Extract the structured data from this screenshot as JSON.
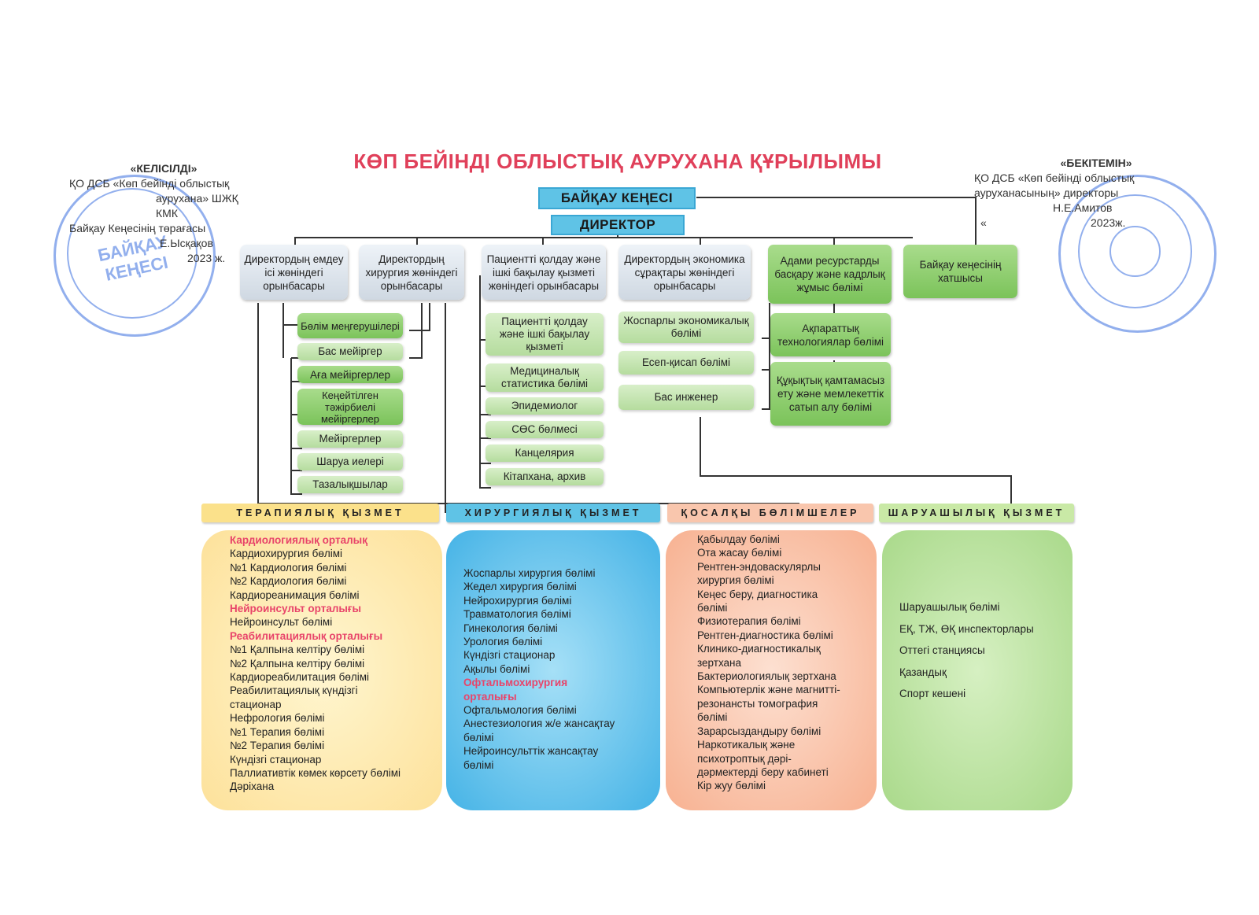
{
  "title": "КӨП БЕЙІНДІ ОБЛЫСТЫҚ АУРУХАНА ҚҰРЫЛЫМЫ",
  "approval_left": {
    "heading": "«КЕЛІСІЛДІ»",
    "lines": [
      "ҚО ДСБ «Көп бейінді облыстық",
      "аурухана» ШЖҚ КМК",
      "Байқау Кеңесінің төрағасы",
      "Е.Ысқақов",
      "2023 ж."
    ]
  },
  "approval_right": {
    "heading": "«БЕКІТЕМІН»",
    "lines": [
      "ҚО ДСБ «Көп бейінді облыстық",
      "ауруханасының» директоры",
      "Н.Е.Амитов",
      "«",
      "2023ж."
    ]
  },
  "stamp_left": {
    "text_main": "БАЙҚАУ",
    "text_sub": "КЕҢЕСІ"
  },
  "board": "БАЙҚАУ КЕҢЕСІ",
  "director": "ДИРЕКТОР",
  "deputies": [
    "Директордың емдеу ісі жөніндегі орынбасары",
    "Директордың хирургия жөніндегі орынбасары",
    "Пациентті қолдау және ішкі бақылау қызметі жөніндегі орынбасары",
    "Директордың экономика сұрақтары жөніндегі орынбасары",
    "Адами ресурстарды басқару және кадрлық жұмыс бөлімі",
    "Байқау кеңесінің хатшысы"
  ],
  "medical_staff": [
    "Бөлім меңгерушілері",
    "Бас мейіргер",
    "Аға мейіргерлер",
    "Кеңейтілген тәжірбиелі мейіргерлер",
    "Мейіргерлер",
    "Шаруа иелері",
    "Тазалықшылар"
  ],
  "patient_support": [
    "Пациентті қолдау және ішкі бақылау қызметі",
    "Медициналық статистика бөлімі",
    "Эпидемиолог",
    "СӨС бөлмесі",
    "Канцелярия",
    "Кітапхана, архив"
  ],
  "economics": [
    "Жоспарлы экономикалық бөлімі",
    "Есеп-қисап бөлімі",
    "Бас инженер"
  ],
  "hr_units": [
    "Ақпараттық технологиялар бөлімі",
    "Құқықтық қамтамасыз ету және мемлекеттік сатып алу бөлімі"
  ],
  "services": [
    {
      "band": "ТЕРАПИЯЛЫҚ ҚЫЗМЕТ",
      "items": [
        {
          "t": "Кардиологиялық орталық",
          "hl": true
        },
        {
          "t": "Кардиохирургия бөлімі"
        },
        {
          "t": "№1 Кардиология бөлімі"
        },
        {
          "t": "№2 Кардиология бөлімі"
        },
        {
          "t": "Кардиореанимация бөлімі"
        },
        {
          "t": "Нейроинсульт орталығы",
          "hl": true
        },
        {
          "t": "Нейроинсульт бөлімі"
        },
        {
          "t": "Реабилитациялық орталығы",
          "hl": true
        },
        {
          "t": "№1 Қалпына келтіру бөлімі"
        },
        {
          "t": "№2 Қалпына келтіру бөлімі"
        },
        {
          "t": "Кардиореабилитация бөлімі"
        },
        {
          "t": "Реабилитациялық күндізгі"
        },
        {
          "t": "стационар"
        },
        {
          "t": "Нефрология бөлімі"
        },
        {
          "t": "№1 Терапия бөлімі"
        },
        {
          "t": "№2 Терапия бөлімі"
        },
        {
          "t": "Күндізгі стационар"
        },
        {
          "t": "Паллиативтік көмек көрсету бөлімі"
        },
        {
          "t": "Дәріхана"
        }
      ]
    },
    {
      "band": "ХИРУРГИЯЛЫҚ ҚЫЗМЕТ",
      "items": [
        {
          "t": "Жоспарлы хирургия бөлімі"
        },
        {
          "t": "Жедел хирургия бөлімі"
        },
        {
          "t": "Нейрохирургия бөлімі"
        },
        {
          "t": "Травматология бөлімі"
        },
        {
          "t": "Гинекология бөлімі"
        },
        {
          "t": "Урология бөлімі"
        },
        {
          "t": "Күндізгі стационар"
        },
        {
          "t": "Ақылы бөлімі"
        },
        {
          "t": "Офтальмохирургия",
          "hl": true
        },
        {
          "t": "орталығы",
          "hl": true
        },
        {
          "t": "Офтальмология бөлімі"
        },
        {
          "t": "Анестезиология ж/е жансақтау"
        },
        {
          "t": "бөлімі"
        },
        {
          "t": "Нейроинсульттік жансақтау"
        },
        {
          "t": "бөлімі"
        }
      ]
    },
    {
      "band": "ҚОСАЛҚЫ БӨЛІМШЕЛЕР",
      "items": [
        {
          "t": "Қабылдау бөлімі"
        },
        {
          "t": "Ота жасау бөлімі"
        },
        {
          "t": "Рентген-эндоваскулярлы"
        },
        {
          "t": "хирургия бөлімі"
        },
        {
          "t": "Кеңес беру, диагностика"
        },
        {
          "t": "бөлімі"
        },
        {
          "t": "Физиотерапия бөлімі"
        },
        {
          "t": "Рентген-диагностика бөлімі"
        },
        {
          "t": "Клинико-диагностикалық"
        },
        {
          "t": "зертхана"
        },
        {
          "t": "Бактериологиялық зертхана"
        },
        {
          "t": "Компьютерлік және магнитті-"
        },
        {
          "t": "резонансты томография"
        },
        {
          "t": "бөлімі"
        },
        {
          "t": "Зарарсыздандыру бөлімі"
        },
        {
          "t": "Наркотикалық және"
        },
        {
          "t": "психотроптық дәрі-"
        },
        {
          "t": "дәрмектерді беру кабинеті"
        },
        {
          "t": "Кір жуу бөлімі"
        }
      ]
    },
    {
      "band": "ШАРУАШЫЛЫҚ ҚЫЗМЕТ",
      "items": [
        {
          "t": "Шаруашылық бөлімі"
        },
        {
          "t": "ЕҚ, ТЖ, ӨҚ инспекторлары"
        },
        {
          "t": "Оттегі станциясы"
        },
        {
          "t": "Қазандық"
        },
        {
          "t": "Спорт кешені"
        }
      ]
    }
  ],
  "colors": {
    "title": "#e0405a",
    "band_terapy": "#fbe18b",
    "band_surgery": "#5fc3e6",
    "band_aux": "#f9c6ad",
    "band_farm": "#c9e9a6",
    "panel_terapy": "#fde6a0",
    "panel_surgery": "#52b9ea",
    "panel_aux": "#f9b99b",
    "panel_farm": "#b8e09a",
    "highlight": "#e8446a"
  }
}
